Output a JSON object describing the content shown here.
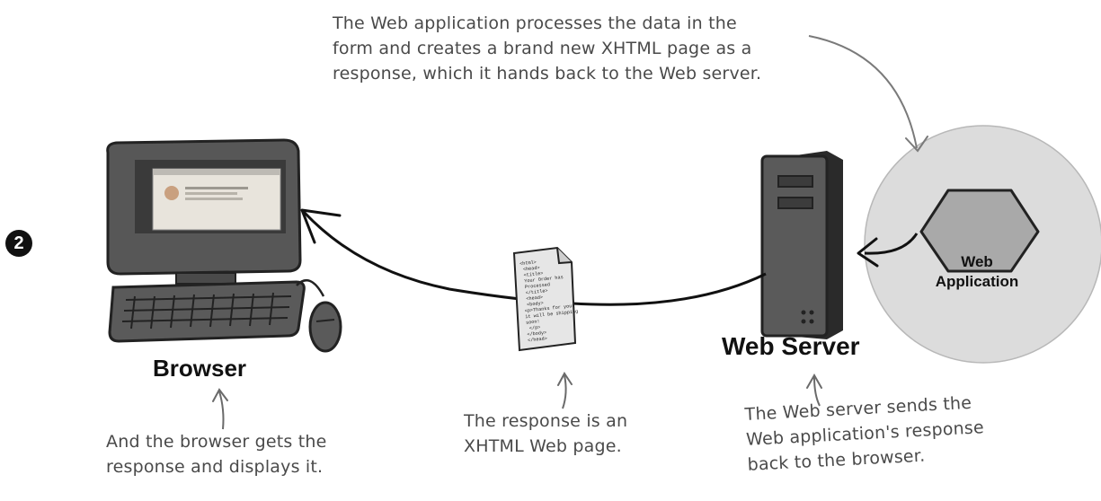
{
  "step_number": "2",
  "notes": {
    "top": "The Web application processes the data in the\nform and creates a brand new XHTML page as a\nresponse, which it hands back to the Web server.",
    "browser": "And the browser gets the\nresponse and displays it.",
    "response": "The response is an\nXHTML Web page.",
    "server": "The Web server sends the\nWeb application's response\nback to the browser."
  },
  "labels": {
    "browser": "Browser",
    "server": "Web Server",
    "app_line1": "Web",
    "app_line2": "Application"
  },
  "document_code": [
    "<html>",
    "  <head>",
    "    <title>",
    "      Your Order has",
    "      Processed",
    "    </title>",
    "  <head>",
    "  <body>",
    "<p>Thanks for your",
    "it will be shipping",
    "soon!",
    "  </p>",
    "</body>",
    "</head>"
  ],
  "colors": {
    "ink": "#111111",
    "pencil": "#4a4a4a",
    "device_gray": "#5a5a5a",
    "app_circle": "#dcdcdc",
    "app_hexagon": "#a9a9a9"
  },
  "icons": [
    "computer-monitor-icon",
    "keyboard-icon",
    "mouse-icon",
    "server-tower-icon",
    "web-page-document-icon",
    "hexagon-app-icon"
  ]
}
